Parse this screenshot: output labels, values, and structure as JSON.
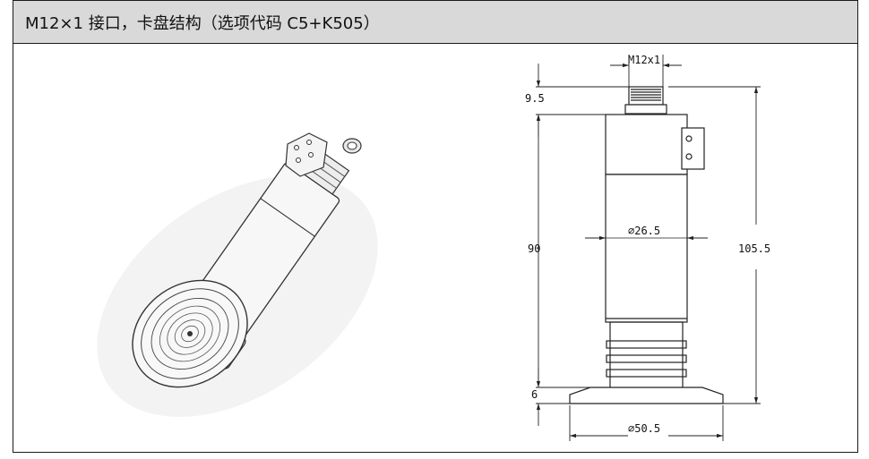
{
  "header": {
    "title": "M12×1 接口，卡盘结构（选项代码 C5+K505）"
  },
  "drawing": {
    "dims": {
      "connector": "M12x1",
      "top_offset": "9.5",
      "body_length": "90",
      "body_diameter": "∅26.5",
      "total_height": "105.5",
      "flange_thickness": "6",
      "flange_diameter": "∅50.5"
    }
  }
}
